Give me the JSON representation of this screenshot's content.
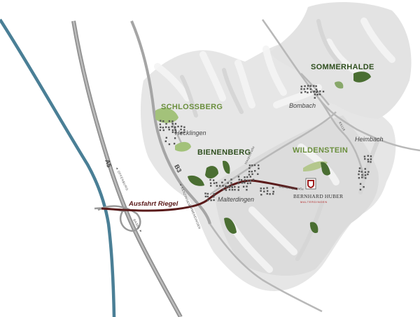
{
  "map": {
    "regions": {
      "schlossberg": "SCHLOSSBERG",
      "bienenberg": "BIENENBERG",
      "wildenstein": "WILDENSTEIN",
      "sommerhalde": "SOMMERHALDE"
    },
    "towns": {
      "hecklingen": "Hecklingen",
      "malterdingen": "Malterdingen",
      "bombach": "Bombach",
      "heimbach": "Heimbach"
    },
    "exit": "Ausfahrt Riegel",
    "roads": {
      "a5": "A5",
      "b3": "B3",
      "k5118": "K5118",
      "offenburg": "◄ OFFENBURG",
      "basel": "BASEL ►",
      "emmendingen": "EMMENDINGEN",
      "kenzingen": "◄ KENZINGEN",
      "hauptstrasse": "Hauptstraße",
      "winery_street": "Weinbergstraße"
    },
    "winery": {
      "name": "BERNHARD HUBER",
      "place": "MALTERDINGEN"
    },
    "colors": {
      "river": "#4a7f96",
      "route": "#5a1a1a",
      "hills": "#e3e3e3",
      "vineyard_light": "#a3c27a",
      "vineyard_dark": "#4a6e32",
      "road": "#bdbdbd",
      "highway": "#8f8f8f"
    }
  }
}
